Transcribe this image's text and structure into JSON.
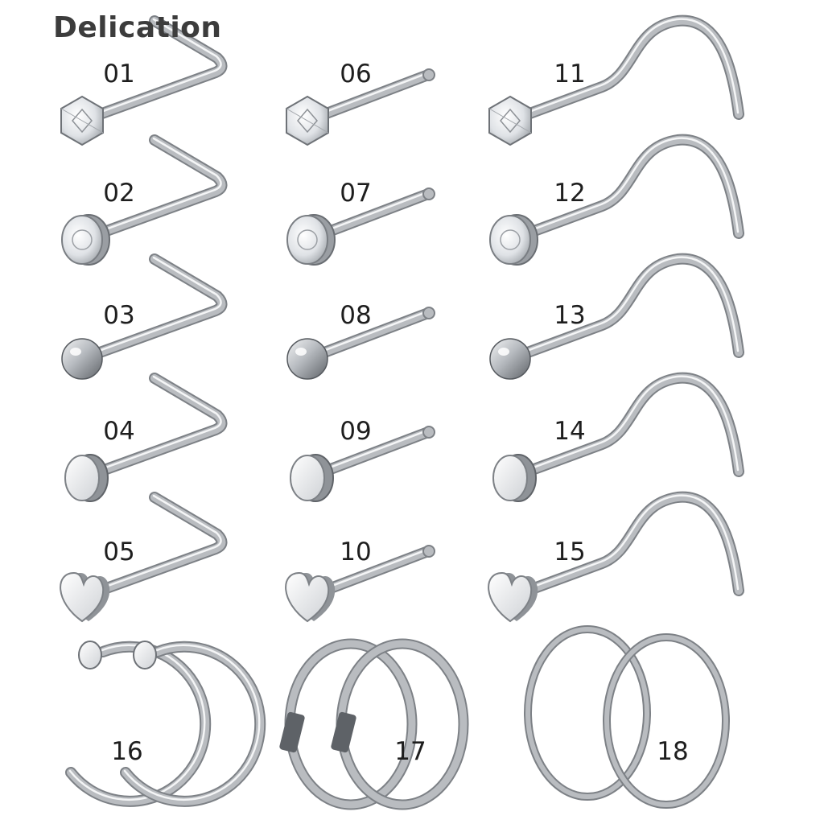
{
  "brand": "Delication",
  "colors": {
    "metal": "#b9bcc0",
    "metal_edge": "#7d8186",
    "background": "#ffffff"
  },
  "items": [
    {
      "number": "01",
      "style": "L-shape",
      "head": "gem"
    },
    {
      "number": "02",
      "style": "L-shape",
      "head": "bezel-gem"
    },
    {
      "number": "03",
      "style": "L-shape",
      "head": "ball"
    },
    {
      "number": "04",
      "style": "L-shape",
      "head": "flat-disc"
    },
    {
      "number": "05",
      "style": "L-shape",
      "head": "heart"
    },
    {
      "number": "06",
      "style": "straight",
      "head": "gem"
    },
    {
      "number": "07",
      "style": "straight",
      "head": "bezel-gem"
    },
    {
      "number": "08",
      "style": "straight",
      "head": "ball"
    },
    {
      "number": "09",
      "style": "straight",
      "head": "flat-disc"
    },
    {
      "number": "10",
      "style": "straight",
      "head": "heart"
    },
    {
      "number": "11",
      "style": "screw",
      "head": "gem"
    },
    {
      "number": "12",
      "style": "screw",
      "head": "bezel-gem"
    },
    {
      "number": "13",
      "style": "screw",
      "head": "ball"
    },
    {
      "number": "14",
      "style": "screw",
      "head": "flat-disc"
    },
    {
      "number": "15",
      "style": "screw",
      "head": "heart"
    },
    {
      "number": "16",
      "style": "hoop-with-disc-end",
      "head": "flat-disc"
    },
    {
      "number": "17",
      "style": "hoop-with-sleeve",
      "head": "none"
    },
    {
      "number": "18",
      "style": "seamless-hoop",
      "head": "none"
    }
  ]
}
